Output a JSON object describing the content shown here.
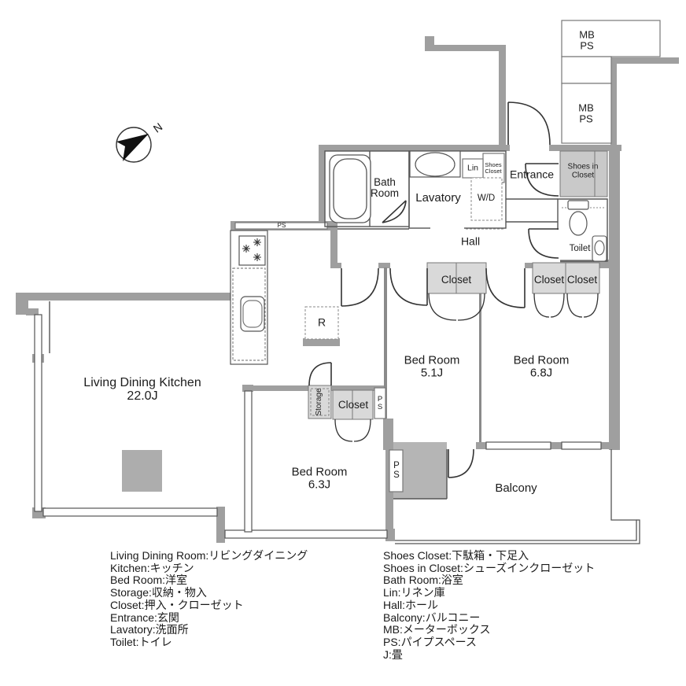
{
  "labels": {
    "compass": "N",
    "mb": "MB",
    "ps": "PS",
    "r": "R",
    "ldk_name": "Living Dining Kitchen",
    "ldk_size": "22.0J",
    "bed1_name": "Bed Room",
    "bed1_size": "5.1J",
    "bed2_name": "Bed Room",
    "bed2_size": "6.8J",
    "bed3_name": "Bed Room",
    "bed3_size": "6.3J",
    "balcony": "Balcony",
    "hall": "Hall",
    "entrance": "Entrance",
    "bath_l1": "Bath",
    "bath_l2": "Room",
    "lavatory": "Lavatory",
    "toilet": "Toilet",
    "wd": "W/D",
    "lin": "Lin",
    "storage": "Storage",
    "closet": "Closet",
    "shoes_l1": "Shoes",
    "shoes_l2": "Closet",
    "shoes_in_l1": "Shoes in",
    "shoes_in_l2": "Closet"
  },
  "legend_left": [
    "Living Dining Room:リビングダイニング",
    "Kitchen:キッチン",
    "Bed Room:洋室",
    "Storage:収納・物入",
    "Closet:押入・クローゼット",
    "Entrance:玄関",
    "Lavatory:洗面所",
    "Toilet:トイレ"
  ],
  "legend_right": [
    "Shoes Closet:下駄箱・下足入",
    "Shoes in Closet:シューズインクローゼット",
    "Bath Room:浴室",
    "Lin:リネン庫",
    "Hall:ホール",
    "Balcony:バルコニー",
    "MB:メーターボックス",
    "PS:パイプスペース",
    "J:畳"
  ],
  "colors": {
    "wall": "#9f9f9f",
    "closet_fill": "#d9d9d9",
    "shoes_in_fill": "#c9c9c9",
    "utility_fill": "#b5b5b5",
    "pillar_fill": "#adadad",
    "line": "#4a4a4a",
    "text": "#1c1c1c"
  }
}
